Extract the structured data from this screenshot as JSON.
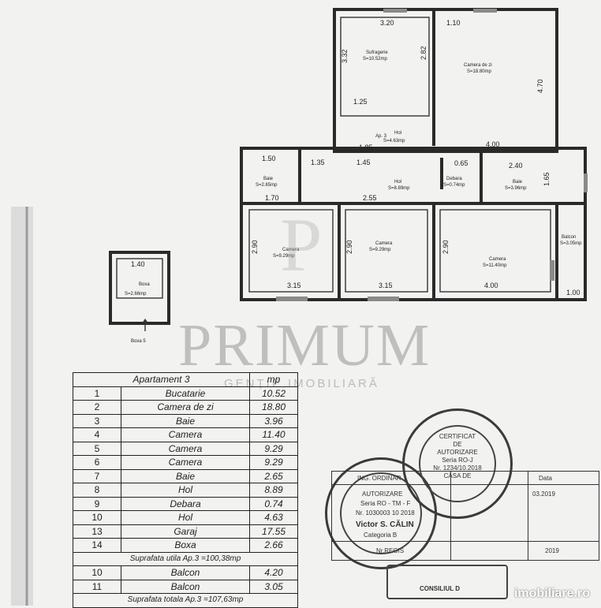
{
  "watermark": {
    "brand": "PRIMUM",
    "tagline": "GENȚIE IMOBILIARĂ",
    "letter": "P"
  },
  "plan": {
    "apartment_label": "Ap. 3",
    "rooms": [
      {
        "label": "Sufragerie",
        "area": "S=10.52mp"
      },
      {
        "label": "Camera de zi",
        "area": "S=18.80mp"
      },
      {
        "label": "Hol",
        "area": "S=4.63mp"
      },
      {
        "label": "Baie",
        "area": "S=2.65mp"
      },
      {
        "label": "Hol",
        "area": "S=8.89mp"
      },
      {
        "label": "Debara",
        "area": "S=0.74mp"
      },
      {
        "label": "Baie",
        "area": "S=3.96mp"
      },
      {
        "label": "Camera",
        "area": "S=9.29mp"
      },
      {
        "label": "Camera",
        "area": "S=9.29mp"
      },
      {
        "label": "Camera",
        "area": "S=11.40mp"
      },
      {
        "label": "Balcon",
        "area": "S=3.05mp"
      },
      {
        "label": "Boxa",
        "area": "S=2.66mp"
      }
    ],
    "dimensions": {
      "d320": "3.20",
      "d110": "1.10",
      "d332": "3.32",
      "d282": "2.82",
      "d470": "4.70",
      "d125": "1.25",
      "d185": "1.85",
      "d400a": "4.00",
      "d150": "1.50",
      "d135": "1.35",
      "d145": "1.45",
      "d065": "0.65",
      "d240": "2.40",
      "d165": "1.65",
      "d170": "1.70",
      "d255": "2.55",
      "d290a": "2.90",
      "d290b": "2.90",
      "d290c": "2.90",
      "d315a": "3.15",
      "d315b": "3.15",
      "d400b": "4.00",
      "d100": "1.00",
      "d140": "1.40"
    },
    "boxa_caption": "Boxa 5"
  },
  "table": {
    "header_label": "Apartament 3",
    "header_unit": "mp",
    "rows": [
      {
        "n": "1",
        "name": "Bucatarie",
        "value": "10.52"
      },
      {
        "n": "2",
        "name": "Camera de zi",
        "value": "18.80"
      },
      {
        "n": "3",
        "name": "Baie",
        "value": "3.96"
      },
      {
        "n": "4",
        "name": "Camera",
        "value": "11.40"
      },
      {
        "n": "5",
        "name": "Camera",
        "value": "9.29"
      },
      {
        "n": "6",
        "name": "Camera",
        "value": "9.29"
      },
      {
        "n": "7",
        "name": "Baie",
        "value": "2.65"
      },
      {
        "n": "8",
        "name": "Hol",
        "value": "8.89"
      },
      {
        "n": "9",
        "name": "Debara",
        "value": "0.74"
      },
      {
        "n": "10",
        "name": "Hol",
        "value": "4.63"
      },
      {
        "n": "13",
        "name": "Garaj",
        "value": "17.55"
      },
      {
        "n": "14",
        "name": "Boxa",
        "value": "2.66"
      }
    ],
    "useful_total": "Suprafata utila Ap.3 =100,38mp",
    "balconies": [
      {
        "n": "10",
        "name": "Balcon",
        "value": "4.20"
      },
      {
        "n": "11",
        "name": "Balcon",
        "value": "3.05"
      }
    ],
    "grand_total": "Suprafata totala Ap.3 =107,63mp"
  },
  "title_block": {
    "engineer_label": "ING. ORDINAR",
    "authorization": "AUTORIZARE",
    "reg": "Seria RO - TM - F",
    "reg_no": "Nr. 1030003 10 2018",
    "name": "Victor S. CĂLIN",
    "category": "Categoria B",
    "date_label": "Data",
    "date": "03.2019",
    "bottom_row": "Nr.REGIS",
    "bottom_right": "2019",
    "council": "CONSILIUL D"
  },
  "stamp": {
    "line1": "CERTIFICAT",
    "line2": "DE",
    "line3": "AUTORIZARE",
    "line4": "Seria RO-J",
    "line5": "Nr. 1234/10.2018",
    "line6": "CASA DE"
  },
  "site_logo": "imobiliare.ro"
}
